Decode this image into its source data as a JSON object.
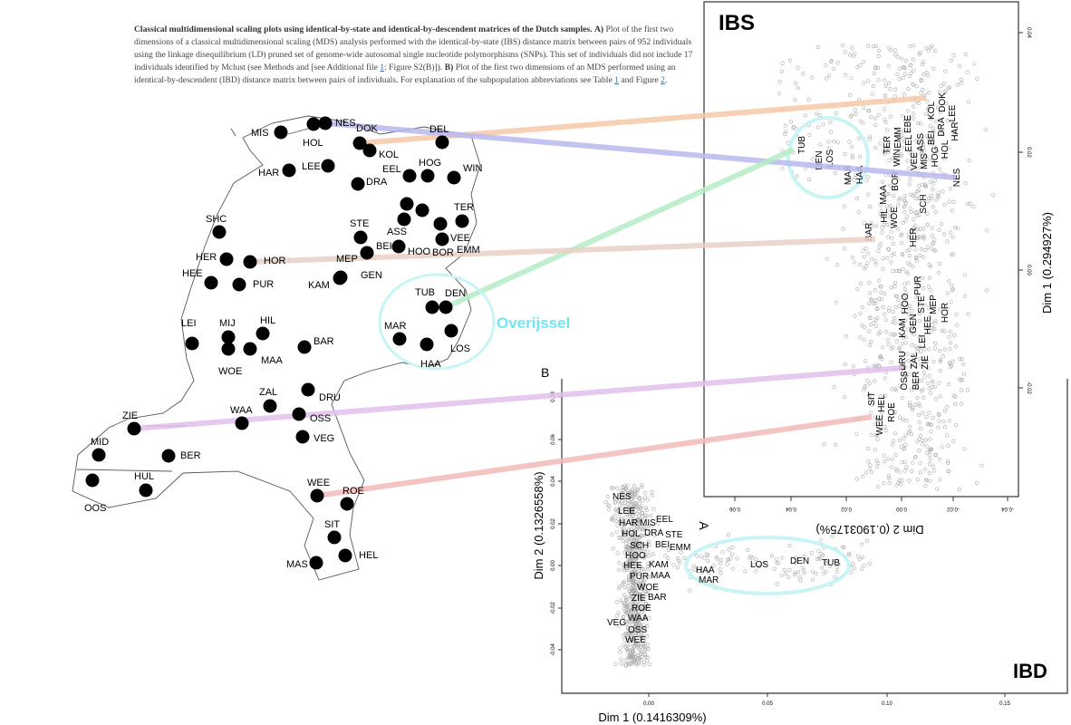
{
  "caption": {
    "title": "Classical multidimensional scaling plots using identical-by-state and identical-by-descendent matrices of the Dutch samples.",
    "a_label": "A)",
    "a_text": "Plot of the first two dimensions of a classical multidimensional scaling (MDS) analysis performed with the identical-by-state (IBS) distance matrix between pairs of 952 individuals using the linkage disequilibrium (LD) pruned set of genome-wide autosomal single nucleotide polymorphisms (SNPs). This set of individuals did not include 17 individuals identified by Mclust (see Methods and [see Additional file ",
    "a_link": "1",
    "a_text2": ": Figure S2(B)]).",
    "b_label": "B)",
    "b_text": "Plot of the first two dimensions of an MDS performed using an identical-by-descendent (IBD) distance matrix between pairs of individuals. For explanation of the subpopulation abbreviations see Table ",
    "table_link": "1",
    "and_text": " and Figure ",
    "figure_link": "2",
    "end": "."
  },
  "map": {
    "region_label": "Overijssel",
    "region_color": "#6fe6f2",
    "cities": [
      "MIS",
      "HOL",
      "NES",
      "DOK",
      "KOL",
      "DEL",
      "HAR",
      "LEE",
      "DRA",
      "EEL",
      "HOG",
      "WIN",
      "ASS",
      "VEE",
      "BOR",
      "BEI",
      "TER",
      "EMM",
      "STE",
      "HOO",
      "MEP",
      "GEN",
      "KAM",
      "SHC",
      "HER",
      "HOR",
      "HEE",
      "PUR",
      "LEI",
      "MIJ",
      "HIL",
      "MAA",
      "WOE",
      "BAR",
      "TUB",
      "DEN",
      "MAR",
      "LOS",
      "HAA",
      "DRU",
      "ZAL",
      "WAA",
      "OSS",
      "VEG",
      "ZIE",
      "MID",
      "BER",
      "HUL",
      "OOS",
      "WEE",
      "ROE",
      "SIT",
      "HEL",
      "MAS"
    ]
  },
  "connectors": [
    {
      "from": "DOK",
      "color": "#f7c8a8"
    },
    {
      "from": "NES",
      "color": "#b8b8ee"
    },
    {
      "from": "DEN",
      "color": "#b4ecc4"
    },
    {
      "from": "HOR",
      "color": "#e8d0c4"
    },
    {
      "from": "ZIE",
      "color": "#e2c0ec"
    },
    {
      "from": "WEE",
      "color": "#f4b8b8"
    }
  ],
  "ibs": {
    "title": "IBS",
    "panel_letter": "A",
    "xlabel": "Dim 2 (0.1903175%)",
    "ylabel": "Dim 1 (0.294927%)",
    "xticks": [
      "0.06",
      "0.04",
      "0.02",
      "0.00",
      "-0.02",
      "-0.04"
    ],
    "yticks": [
      "0.04",
      "0.02",
      "0.00",
      "-0.02"
    ],
    "labels": [
      "TUB",
      "DEN",
      "LOS",
      "MAR",
      "HAA",
      "TER",
      "EMM",
      "WIN",
      "EEL",
      "VEE",
      "ASS",
      "EBE",
      "BEI",
      "MIS",
      "HOG",
      "HOL",
      "DRA",
      "HAR",
      "KOL",
      "DOK",
      "LEE",
      "NES",
      "BOR",
      "MAA",
      "SCH",
      "WOE",
      "HIL",
      "HER",
      "BAR",
      "PUR",
      "STE",
      "MEP",
      "HEE",
      "HOR",
      "HOO",
      "KAM",
      "GEN",
      "LEI",
      "DRU",
      "ZAL",
      "ZIE",
      "BER",
      "OSS",
      "SIT",
      "HEL",
      "WEE",
      "ROE"
    ]
  },
  "ibd": {
    "title": "IBD",
    "panel_letter": "B",
    "xlabel": "Dim 1 (0.1416309%)",
    "ylabel": "Dim 2 (0.1326558%)",
    "xticks": [
      "0.00",
      "0.05",
      "0.10",
      "0.15"
    ],
    "yticks": [
      "0.08",
      "0.06",
      "0.04",
      "0.02",
      "0.00",
      "-0.02",
      "-0.04"
    ],
    "labels": [
      "NES",
      "LEE",
      "HAR",
      "HOL",
      "MIS",
      "DRA",
      "EEL",
      "BEI",
      "STE",
      "EMM",
      "SCH",
      "HOO",
      "HEE",
      "PUR",
      "KAM",
      "WOE",
      "MAA",
      "ZIE",
      "BAR",
      "ROE",
      "WAA",
      "OSS",
      "WEE",
      "VEG",
      "HAA",
      "MAR",
      "LOS",
      "DEN",
      "TUB"
    ]
  }
}
